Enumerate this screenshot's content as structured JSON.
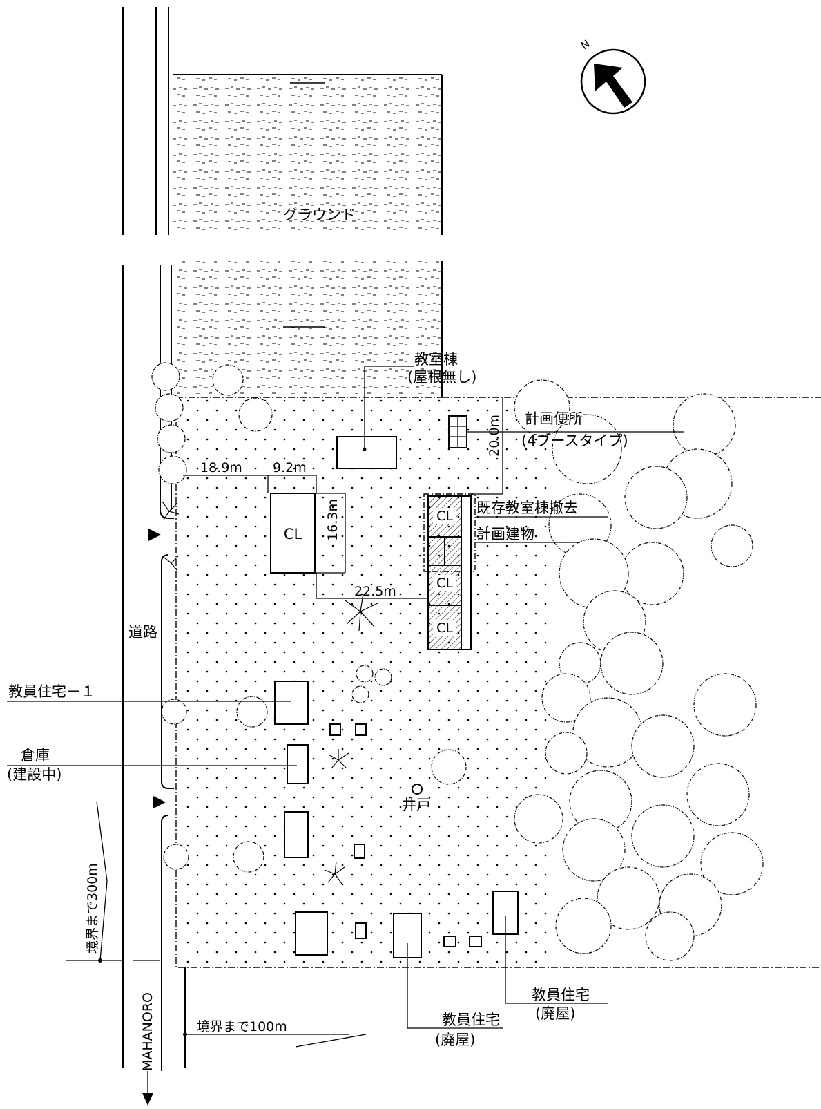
{
  "north": "N",
  "labels": {
    "ground": "グラウンド",
    "classroom_no_roof_l1": "教室棟",
    "classroom_no_roof_l2": "(屋根無し)",
    "planned_toilet_l1": "計画便所",
    "planned_toilet_l2": "(4ブースタイプ)",
    "existing_demolish": "既存教室棟撤去",
    "planned_building": "計画建物",
    "road": "道路",
    "teacher_house_1": "教員住宅－１",
    "storage_l1": "倉庫",
    "storage_l2": "(建設中)",
    "well": "井戸",
    "teacher_house_a_l1": "教員住宅",
    "teacher_house_a_l2": "(廃屋)",
    "teacher_house_b_l1": "教員住宅",
    "teacher_house_b_l2": "(廃屋)",
    "to_border_300": "境界まで300m",
    "to_border_100": "境界まで100m",
    "mahanoro": "MAHANORO",
    "cl": "CL"
  },
  "dimensions": {
    "d18_9": "18.9m",
    "d9_2": "9.2m",
    "d16_3": "16.3m",
    "d22_5": "22.5m",
    "d20_0": "20.0m"
  }
}
